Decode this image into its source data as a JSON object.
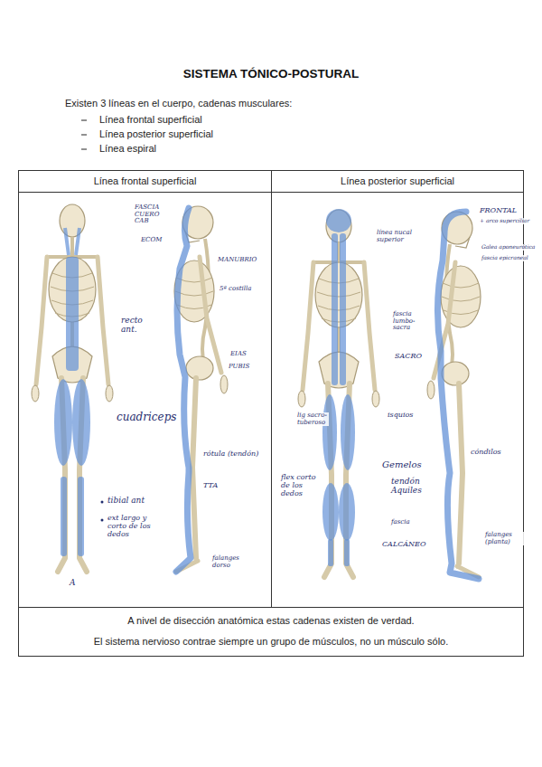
{
  "diagram": {
    "title": "SISTEMA TÓNICO-POSTURAL",
    "nodes": [
      {
        "text": [
          "Línea frontal superficial"
        ]
      },
      {
        "text": [
          "Línea posterior superficial"
        ]
      },
      {
        "text": [
          "A nivel de disección anatómica estas cadenas existen de verdad.",
          "El sistema nervioso contrae siempre un grupo de músculos, no un músculo sólo."
        ]
      }
    ],
    "labels": [
      "Existen 3 líneas en el cuerpo, cadenas musculares:",
      "Línea frontal superficial",
      "Línea posterior superficial",
      "Línea espiral",
      "FASCIA CUERO CAB",
      "ECOM",
      "MANUBRIO",
      "5ª costilla",
      "recto ant.",
      "EIAS",
      "PUBIS",
      "cuadriceps",
      "rótula (tendón)",
      "TTA",
      "tibial ant",
      "ext largo y corto de los dedos",
      "falanges dorso",
      "A",
      "FRONTAL",
      "+ arco superciliar",
      "línea nucal superior",
      "Galea aponeurótica",
      "fascia epicraneal",
      "fascia lumbo-sacra",
      "SACRO",
      "lig sacro-tuberoso",
      "isquios",
      "Gemelos",
      "tendón Aquiles",
      "fascia",
      "CALCÁNEO",
      "cóndilos",
      "flex corto de los dedos",
      "falanges (planta)"
    ]
  }
}
